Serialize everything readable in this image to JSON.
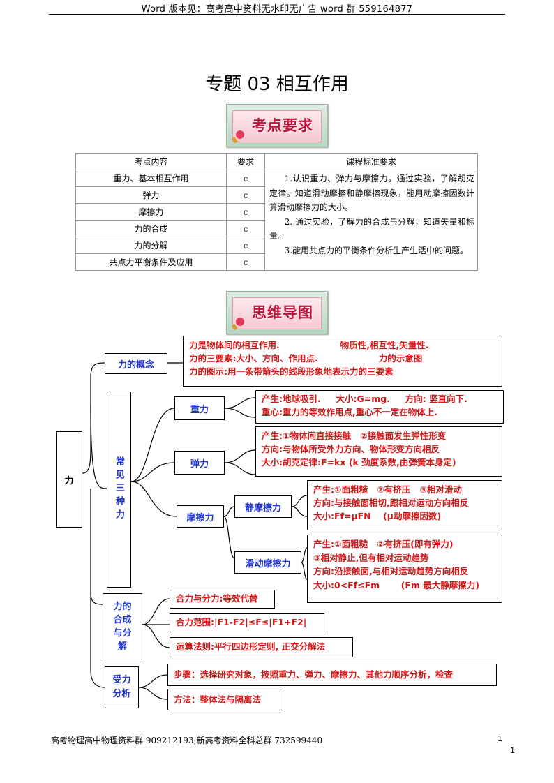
{
  "header": {
    "text": "Word 版本见：高考高中资料无水印无广告 word 群 559164877"
  },
  "title": "专题 03 相互作用",
  "banners": {
    "requirements": "考点要求",
    "mindmap": "思维导图"
  },
  "table": {
    "headers": [
      "考点内容",
      "要求",
      "课程标准要求"
    ],
    "rows": [
      {
        "topic": "重力、基本相互作用",
        "level": "c"
      },
      {
        "topic": "弹力",
        "level": "c"
      },
      {
        "topic": "摩擦力",
        "level": "c"
      },
      {
        "topic": "力的合成",
        "level": "c"
      },
      {
        "topic": "力的分解",
        "level": "c"
      },
      {
        "topic": "共点力平衡条件及应用",
        "level": "c"
      }
    ],
    "standards": [
      "1.认识重力、弹力与摩擦力。通过实验，了解胡克定律。知道滑动摩擦和静摩擦现象，能用动摩擦因数计算滑动摩擦力的大小。",
      "2. 通过实验，了解力的合成与分解，知道矢量和标量。",
      "3.能用共点力的平衡条件分析生产生活中的问题。"
    ]
  },
  "mindmap": {
    "root": "力",
    "concept": {
      "label": "力的概念",
      "lines": [
        "力是物体间的相互作用.                    物质性,相互性,矢量性.",
        "力的三要素:大小、方向、作用点.                    力的示意图",
        "力的图示:用一条带箭头的线段形象地表示力的三要素"
      ]
    },
    "three": {
      "label": "常见三种力",
      "gravity": {
        "label": "重力",
        "lines": [
          "产生:地球吸引.     大小:G=mg.     方向: 竖直向下.",
          "重心:重力的等效作用点,重心不一定在物体上."
        ]
      },
      "elastic": {
        "label": "弹力",
        "lines": [
          "产生:①物体间直接接触   ②接触面发生弹性形变",
          "方向:与物体所受外力方向、物体形变方向相反",
          "大小:胡克定律:F=kx (k 劲度系数,由弹簧本身定)"
        ]
      },
      "friction": {
        "label": "摩擦力",
        "static": {
          "label": "静摩擦力",
          "lines": [
            "产生:①面粗糙   ②有挤压   ③相对滑动",
            "方向:与接触面相切,跟相对运动方向相反",
            "大小:Ff=μFN    (μ动摩擦因数)"
          ]
        },
        "sliding": {
          "label": "滑动摩擦力",
          "lines": [
            "产生:①面粗糙   ②有挤压(即有弹力)",
            "③相对静止,但有相对运动趋势",
            "方向:沿接触面,与相对运动趋势方向相反",
            "大小:0<Ff≤Fm       (Fm 最大静摩擦力)"
          ]
        }
      }
    },
    "compose": {
      "label": "力的合成与分解",
      "items": [
        "合力与分力:等效代替",
        "合力范围:|F1-F2|≤F≤|F1+F2|",
        "运算法则:平行四边形定则, 正交分解法"
      ]
    },
    "analysis": {
      "label": "受力分析",
      "items": [
        "步骤：选择研究对象，按照重力、弹力、摩擦力、其他力顺序分析，检查",
        "方法：整体法与隔离法"
      ]
    }
  },
  "footer": {
    "text": "高考物理高中物理资料群 909212193;新高考资料全科总群 732599440",
    "page1": "1",
    "page2": "1"
  },
  "colors": {
    "node_text": "#1f33c8",
    "detail_text": "#d01818",
    "banner_text": "#c0143c"
  }
}
